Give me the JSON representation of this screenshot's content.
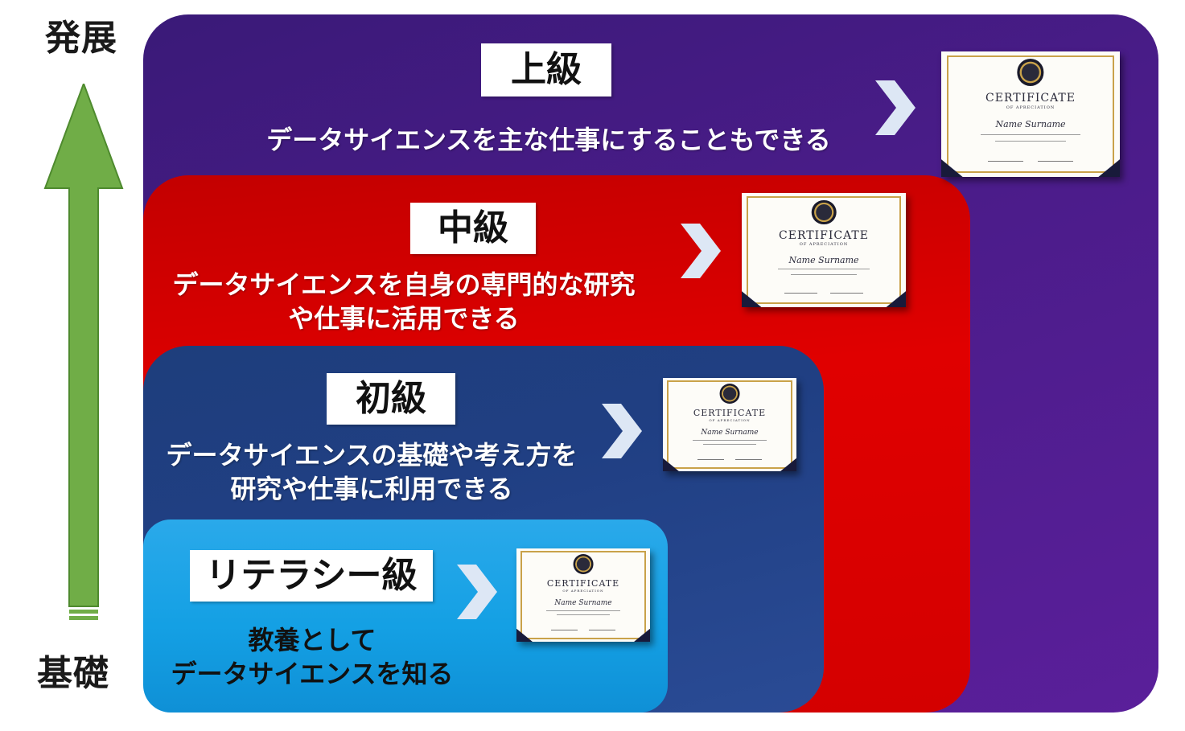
{
  "axis": {
    "top_label": "発展",
    "bottom_label": "基礎",
    "arrow_color": "#70ad47"
  },
  "levels": [
    {
      "id": "advanced",
      "title": "上級",
      "description_lines": [
        "データサイエンスを主な仕事にすることもできる"
      ],
      "color": "#4b1c8a"
    },
    {
      "id": "intermediate",
      "title": "中級",
      "description_lines": [
        "データサイエンスを自身の専門的な研究",
        "や仕事に活用できる"
      ],
      "color": "#e00000"
    },
    {
      "id": "beginner",
      "title": "初級",
      "description_lines": [
        "データサイエンスの基礎や考え方を",
        "研究や仕事に利用できる"
      ],
      "color": "#203f83"
    },
    {
      "id": "literacy",
      "title": "リテラシー級",
      "description_lines": [
        "教養として",
        "データサイエンスを知る"
      ],
      "color": "#14a0e4"
    }
  ],
  "certificate": {
    "title": "CERTIFICATE",
    "subtitle": "OF APRECIATION",
    "name": "Name Surname"
  }
}
